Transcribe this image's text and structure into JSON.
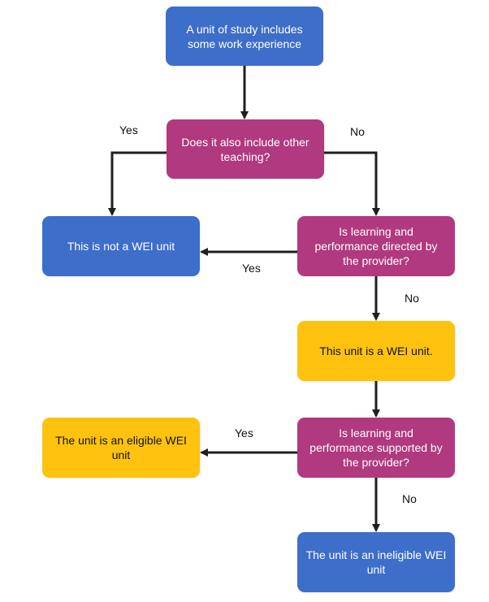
{
  "colors": {
    "blue": "#3d6ec9",
    "magenta": "#b0397f",
    "yellow": "#ffc20e",
    "arrow": "#1f1f1f",
    "text_on_blue": "#ffffff",
    "text_on_magenta": "#ffffff",
    "text_on_yellow": "#111111"
  },
  "nodes": {
    "start": {
      "text": "A unit of study includes some work experience",
      "color": "blue"
    },
    "q1": {
      "text": "Does it also include other teaching?",
      "color": "magenta"
    },
    "not_wei": {
      "text": "This is not a WEI unit",
      "color": "blue"
    },
    "q2": {
      "text": "Is learning and performance directed by the provider?",
      "color": "magenta"
    },
    "wei": {
      "text": "This unit is a WEI unit.",
      "color": "yellow"
    },
    "q3": {
      "text": "Is learning and performance supported by the provider?",
      "color": "magenta"
    },
    "eligible": {
      "text": "The unit is an eligible WEI unit",
      "color": "yellow"
    },
    "ineligible": {
      "text": "The unit is an ineligible WEI unit",
      "color": "blue"
    }
  },
  "edge_labels": {
    "q1_yes": "Yes",
    "q1_no": "No",
    "q2_yes": "Yes",
    "q2_no": "No",
    "q3_yes": "Yes",
    "q3_no": "No"
  },
  "edges": [
    {
      "from": "start",
      "to": "q1"
    },
    {
      "from": "q1",
      "to": "not_wei",
      "label": "Yes"
    },
    {
      "from": "q1",
      "to": "q2",
      "label": "No"
    },
    {
      "from": "q2",
      "to": "not_wei",
      "label": "Yes"
    },
    {
      "from": "q2",
      "to": "wei",
      "label": "No"
    },
    {
      "from": "wei",
      "to": "q3"
    },
    {
      "from": "q3",
      "to": "eligible",
      "label": "Yes"
    },
    {
      "from": "q3",
      "to": "ineligible",
      "label": "No"
    }
  ]
}
